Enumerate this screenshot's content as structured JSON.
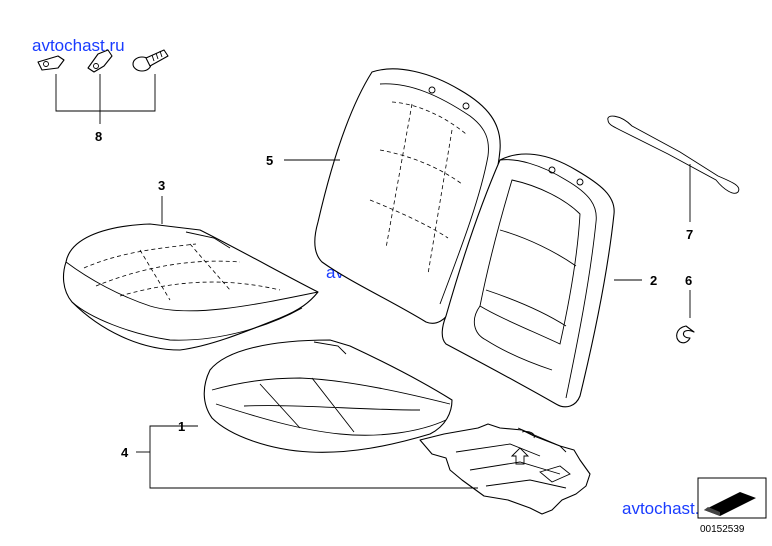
{
  "watermarks": [
    "avtochast.ru",
    "avtochast.ru",
    "avtochast.ru"
  ],
  "labels": {
    "p1": "1",
    "p2": "2",
    "p3": "3",
    "p4": "4",
    "p5": "5",
    "p6": "6",
    "p7": "7",
    "p8": "8"
  },
  "diagram_id": "00152539",
  "colors": {
    "line": "#000000",
    "watermark": "#1a3cff",
    "background": "#ffffff"
  }
}
